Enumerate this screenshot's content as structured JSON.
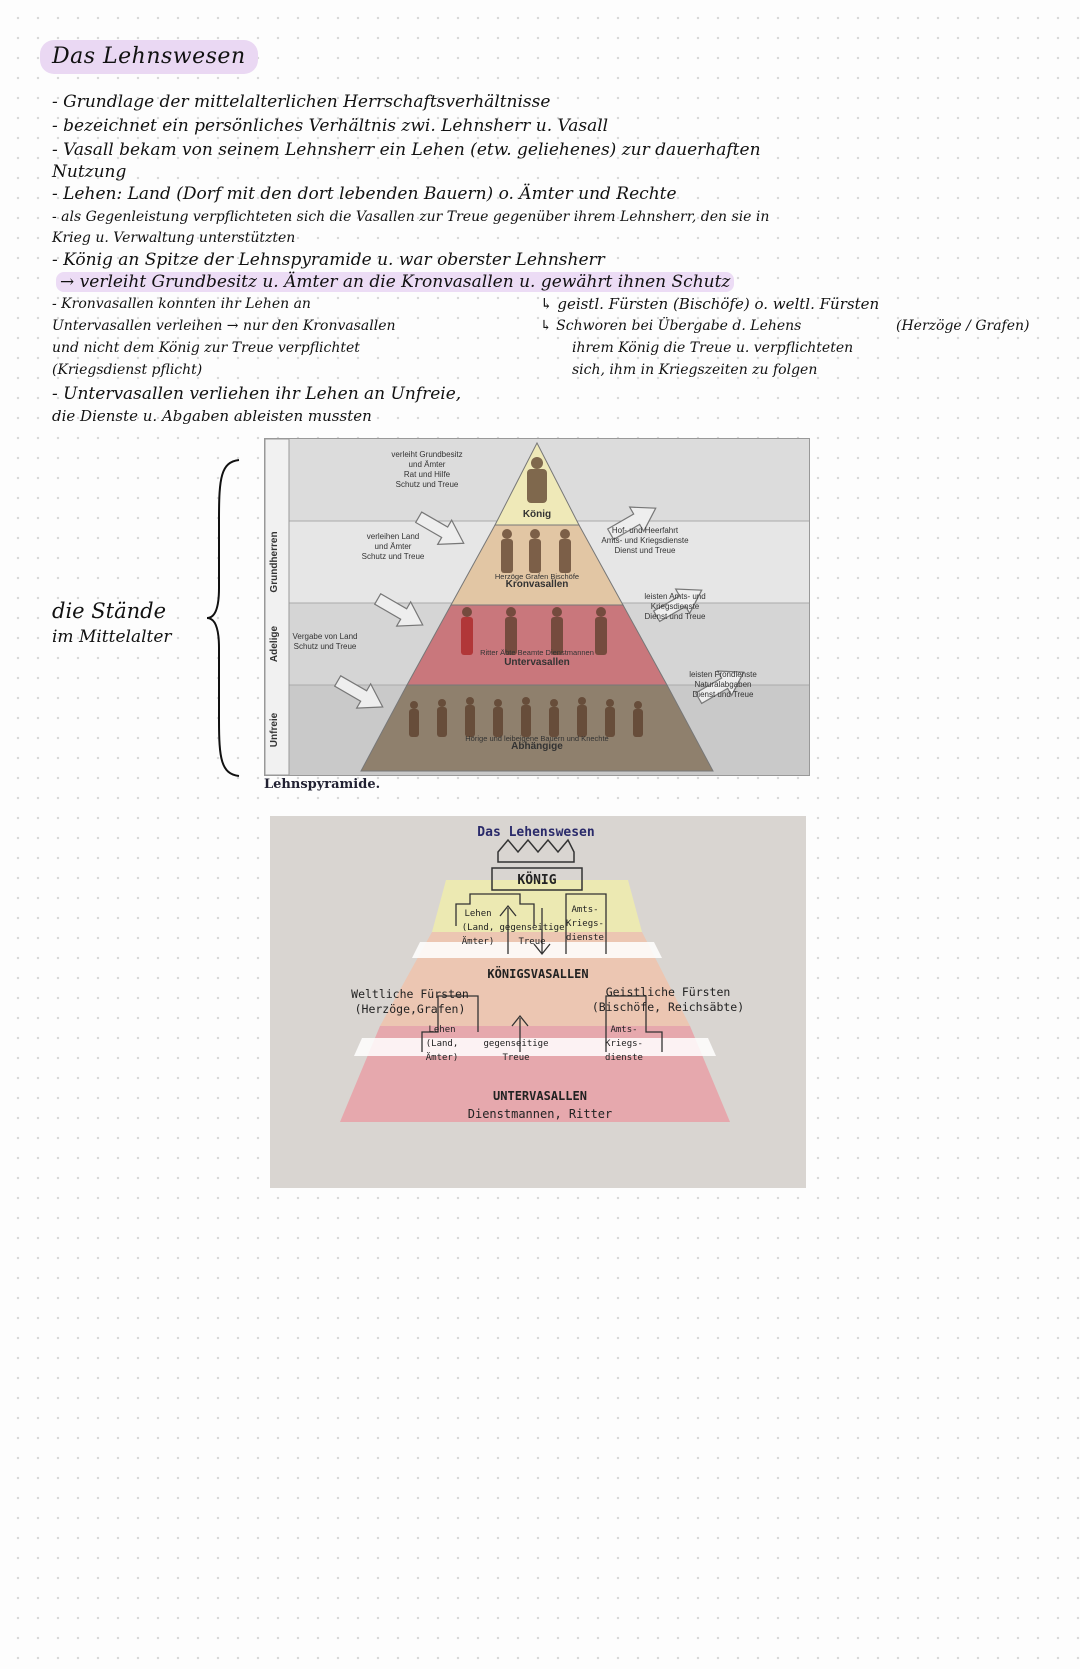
{
  "title": "Das Lehnswesen",
  "notes": [
    "- Grundlage der mittelalterlichen Herrschaftsverhältnisse",
    "- bezeichnet ein persönliches Verhältnis zwi. Lehnsherr u. Vasall",
    "- Vasall bekam von seinem Lehnsherr ein Lehen (etw. geliehenes) zur dauerhaften",
    "  Nutzung",
    "- Lehen: Land (Dorf mit den dort lebenden Bauern) o. Ämter und Rechte",
    "- als Gegenleistung verpflichteten sich die Vasallen zur Treue gegenüber ihrem Lehnsherr, den sie in",
    "  Krieg u. Verwaltung unterstützten",
    "- König an Spitze der Lehnspyramide u. war oberster Lehnsherr",
    "  → verleiht Grundbesitz u. Ämter an die Kronvasallen u. gewährt ihnen Schutz",
    "- Kronvasallen konnten ihr Lehen an",
    "  Untervasallen verleihen → nur den Kronvasallen",
    "  und nicht dem König zur Treue verpflichtet",
    "  (Kriegsdienst pflicht)",
    "- Untervasallen verliehen ihr Lehen an Unfreie,",
    "  die Dienste u. Abgaben ableisten mussten"
  ],
  "notes_right": [
    "↳ geistl. Fürsten (Bischöfe) o. weltl. Fürsten",
    "↳ Schworen bei Übergabe d. Lehens",
    "(Herzöge / Grafen)",
    "ihrem König die Treue u. verpflichteten",
    "sich, ihm in Kriegszeiten zu folgen"
  ],
  "annotation": [
    "die Stände",
    "im Mittelalter"
  ],
  "pyramid1": {
    "caption": "Lehnspyramide.",
    "side_labels": [
      "Grundherren",
      "Adelige",
      "Unfreie"
    ],
    "left_texts": [
      [
        "verleiht Grundbesitz",
        "und Ämter",
        "Rat und Hilfe",
        "Schutz und Treue"
      ],
      [
        "verleihen Land",
        "und Ämter",
        "Schutz und Treue"
      ],
      [
        "Vergabe von Land",
        "Schutz und Treue"
      ]
    ],
    "right_texts": [
      [
        "Hof- und Heerfahrt",
        "Amts- und Kriegsdienste",
        "Dienst und Treue"
      ],
      [
        "leisten Amts- und",
        "Kriegsdienste",
        "Dienst und Treue"
      ],
      [
        "leisten Frondienste",
        "Naturalabgaben",
        "Dienst und Treue"
      ]
    ],
    "levels": [
      {
        "name": "König",
        "sub": ""
      },
      {
        "name": "Kronvasallen",
        "sub": "Herzöge  Grafen  Bischöfe"
      },
      {
        "name": "Untervasallen",
        "sub": "Ritter      Äbte      Beamte   Dienstmannen"
      },
      {
        "name": "Abhängige",
        "sub": "Hörige und leibeigene Bauern und Knechte"
      }
    ],
    "colors": {
      "king": "#efe9b8",
      "kron": "#e2c6a4",
      "unter": "#c9777c",
      "abh": "#8f806d"
    }
  },
  "pyramid2": {
    "title": "Das Lehenswesen",
    "king": "KÖNIG",
    "top_labels": {
      "lehen": [
        "Lehen",
        "(Land,",
        "Ämter)"
      ],
      "treue": [
        "gegenseitige",
        "Treue"
      ],
      "dienste": [
        "Amts-",
        "Kriegs-",
        "dienste"
      ]
    },
    "koenigsvasallen": "KÖNIGSVASALLEN",
    "weltliche": [
      "Weltliche Fürsten",
      "(Herzöge,Grafen)"
    ],
    "geistliche": [
      "Geistliche Fürsten",
      "(Bischöfe, Reichsäbte)"
    ],
    "mid_labels": {
      "lehen": [
        "Lehen",
        "(Land,",
        "Ämter)"
      ],
      "treue": [
        "gegenseitige",
        "Treue"
      ],
      "dienste": [
        "Amts-",
        "Kriegs-",
        "dienste"
      ]
    },
    "untervasallen": "UNTERVASALLEN",
    "unter_sub": "Dienstmannen, Ritter",
    "colors": {
      "top": "#ece9b2",
      "mid": "#ecc6b2",
      "bottom": "#e6a8ad",
      "bg": "#d9d5d1"
    }
  }
}
